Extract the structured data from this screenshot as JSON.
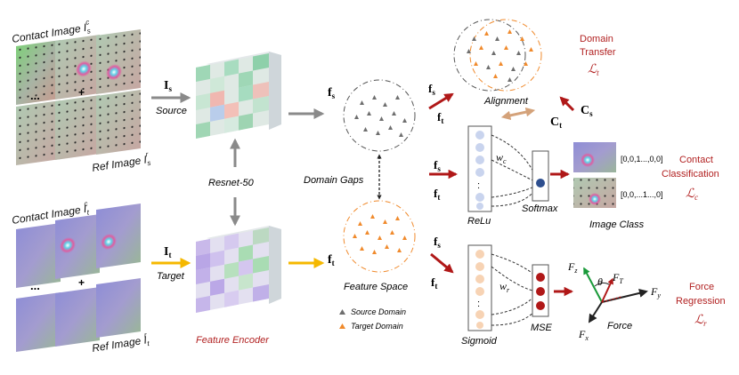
{
  "inputs": {
    "source": {
      "contact_label": "Contact Image I",
      "contact_sup": "c",
      "contact_sub": "s",
      "ref_label": "Ref Image I",
      "ref_sup": "r",
      "ref_sub": "s",
      "dots": "...",
      "plus": "+"
    },
    "target": {
      "contact_label": "Contact Image I",
      "contact_sup": "c",
      "contact_sub": "t",
      "ref_label": "Ref Image I",
      "ref_sup": "r",
      "ref_sub": "t",
      "dots": "...",
      "plus": "+"
    }
  },
  "arrows": {
    "source": {
      "symbol": "I",
      "sub": "s",
      "label": "Source"
    },
    "target": {
      "symbol": "I",
      "sub": "t",
      "label": "Target"
    }
  },
  "encoder": {
    "backbone_label": "Resnet-50",
    "label": "Feature Encoder",
    "label_color": "#b22222"
  },
  "feature_space": {
    "fs_symbol": "f",
    "fs_sub": "s",
    "ft_symbol": "f",
    "ft_sub": "t",
    "domain_gaps_label": "Domain Gaps",
    "label": "Feature Space",
    "legend": {
      "source": "Source Domain",
      "target": "Target Domain"
    },
    "source_color": "#6e6e6e",
    "target_color": "#f08a2c"
  },
  "domain_transfer": {
    "fs": "f",
    "fs_sub": "s",
    "ft": "f",
    "ft_sub": "t",
    "alignment_label": "Alignment",
    "cs": "C",
    "cs_sub": "s",
    "ct": "C",
    "ct_sub": "t",
    "title_line1": "Domain",
    "title_line2": "Transfer",
    "loss_symbol": "ℒ",
    "loss_sub": "t"
  },
  "classification": {
    "fs": "f",
    "fs_sub": "s",
    "ft": "f",
    "ft_sub": "t",
    "weight": "w",
    "weight_sub": "c",
    "activation": "ReLu",
    "output": "Softmax",
    "vector_1": "[0,0,1...,0,0]",
    "vector_2": "[0,0,...1...,0]",
    "image_class_label": "Image Class",
    "title_line1": "Contact",
    "title_line2": "Classification",
    "loss_symbol": "ℒ",
    "loss_sub": "c",
    "vdots": ":"
  },
  "regression": {
    "fs": "f",
    "fs_sub": "s",
    "ft": "f",
    "ft_sub": "t",
    "weight": "w",
    "weight_sub": "r",
    "activation": "Sigmoid",
    "output": "MSE",
    "force_label": "Force",
    "fz": "F",
    "fz_sub": "z",
    "fy": "F",
    "fy_sub": "y",
    "fx": "F",
    "fx_sub": "x",
    "ft_force": "F",
    "ft_force_sub": "T",
    "theta": "θ",
    "title_line1": "Force",
    "title_line2": "Regression",
    "loss_symbol": "ℒ",
    "loss_sub": "r",
    "vdots": ":"
  },
  "colors": {
    "accent_red": "#b22222",
    "arrow_gray": "#8a8a8a",
    "arrow_yellow": "#f5b800",
    "arrow_red": "#b01818",
    "node_blue": "#c9d4ee",
    "node_orange": "#f7d3b4"
  }
}
